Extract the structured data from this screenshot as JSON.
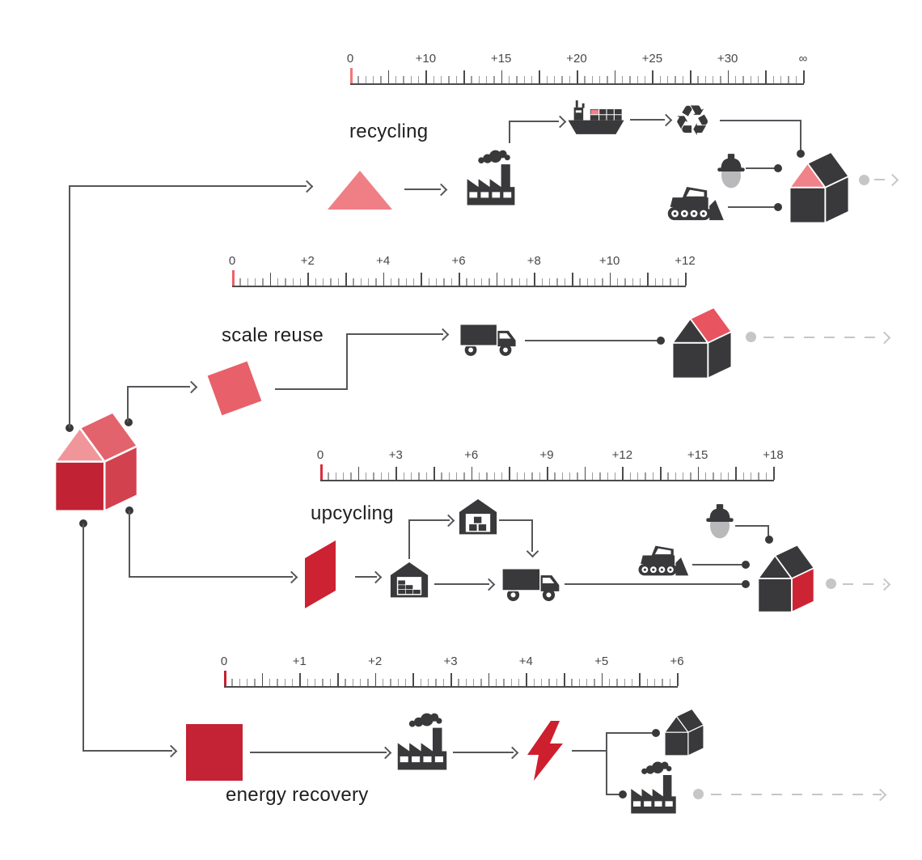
{
  "palette": {
    "bg": "#ffffff",
    "dark": "#39393b",
    "line": "#55565a",
    "gray": "#c6c6c8",
    "face": "#b9b9bb",
    "text": "#1f1f21",
    "tick": "#9b9b9e",
    "tick_strong": "#4b4b4e",
    "tick_label": "#48484b",
    "salmon": "#ef8287",
    "bolt_red": "#ce1f2f"
  },
  "main_house": {
    "gable": "#f0969a",
    "roof": "#e2636c",
    "front": "#c22334",
    "side": "#d2414e"
  },
  "recycle_glyph": "♻",
  "rows": [
    {
      "label": "recycling",
      "ruler": {
        "labels": [
          "0",
          "+10",
          "+15",
          "+20",
          "+25",
          "+30",
          "∞"
        ],
        "zero_color": "#f2777d"
      },
      "shape": {
        "type": "triangle",
        "color": "#ef7f84"
      },
      "icons": [
        "factory-icon",
        "cargo-ship-icon",
        "recycle-icon",
        "helmet-worker-icon",
        "bulldozer-icon",
        "house-icon"
      ],
      "house": {
        "gable": "#f0828a",
        "roof": "#39393b",
        "front": "#39393b",
        "side": "#39393b"
      }
    },
    {
      "label": "scale reuse",
      "ruler": {
        "labels": [
          "0",
          "+2",
          "+4",
          "+6",
          "+8",
          "+10",
          "+12"
        ],
        "zero_color": "#ee5f68"
      },
      "shape": {
        "type": "tilted-square",
        "color": "#e8606a"
      },
      "icons": [
        "truck-icon",
        "house-icon"
      ],
      "house": {
        "gable": "#39393b",
        "roof": "#e8545f",
        "front": "#39393b",
        "side": "#39393b"
      }
    },
    {
      "label": "upcycling",
      "ruler": {
        "labels": [
          "0",
          "+3",
          "+6",
          "+9",
          "+12",
          "+15",
          "+18"
        ],
        "zero_color": "#d82e3c"
      },
      "shape": {
        "type": "parallelogram",
        "color": "#cc2232"
      },
      "icons": [
        "warehouse-icon",
        "warehouse-boxes-icon",
        "truck-icon",
        "bulldozer-icon",
        "helmet-worker-icon",
        "house-icon"
      ],
      "house": {
        "gable": "#39393b",
        "roof": "#39393b",
        "front": "#39393b",
        "side": "#cc2434"
      }
    },
    {
      "label": "energy recovery",
      "ruler": {
        "labels": [
          "0",
          "+1",
          "+2",
          "+3",
          "+4",
          "+5",
          "+6"
        ],
        "zero_color": "#c6202f"
      },
      "shape": {
        "type": "square",
        "color": "#c32334"
      },
      "icons": [
        "factory-icon",
        "lightning-bolt-icon",
        "house-icon",
        "factory-icon"
      ],
      "house": {
        "gable": "#39393b",
        "roof": "#39393b",
        "front": "#39393b",
        "side": "#39393b"
      }
    }
  ]
}
